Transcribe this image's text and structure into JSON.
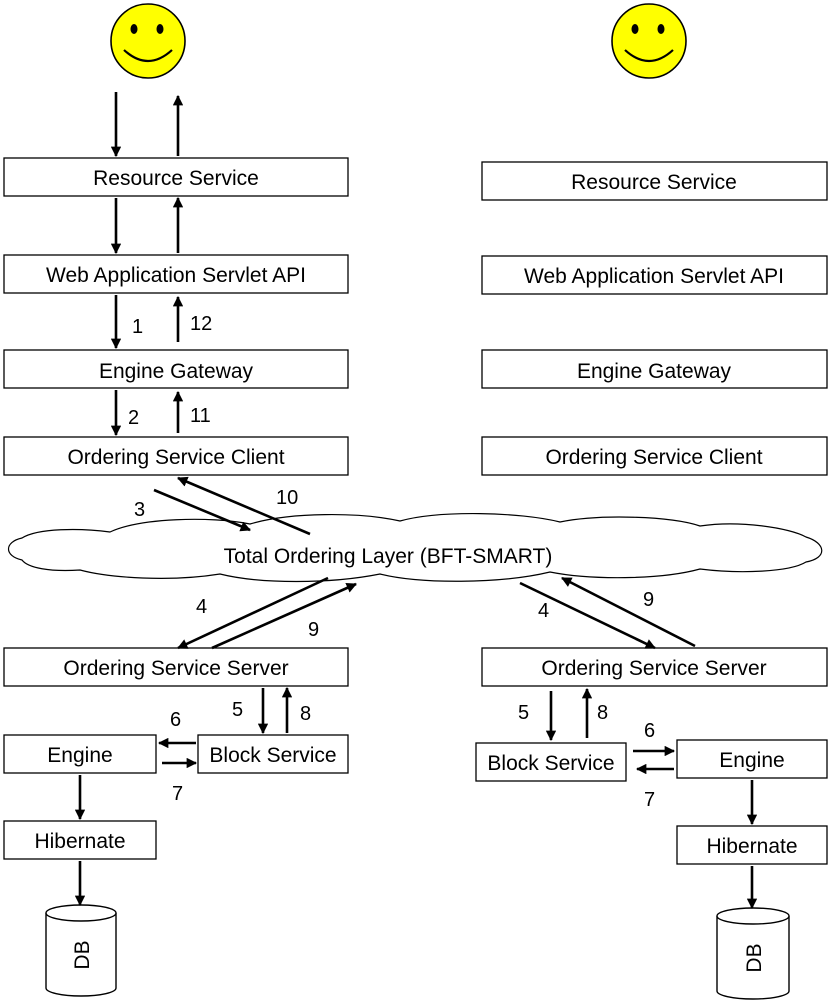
{
  "colors": {
    "face": "#ffff00",
    "stroke": "#000000",
    "background": "#ffffff"
  },
  "actors": [
    {
      "icon": "smiley-face-icon"
    },
    {
      "icon": "smiley-face-icon"
    }
  ],
  "left_stack": {
    "resource_service": "Resource Service",
    "web_api": "Web Application Servlet API",
    "engine_gateway": "Engine Gateway",
    "ordering_client": "Ordering Service Client",
    "ordering_server": "Ordering Service Server",
    "engine": "Engine",
    "block_service": "Block Service",
    "hibernate": "Hibernate",
    "db": "DB"
  },
  "right_stack": {
    "resource_service": "Resource Service",
    "web_api": "Web Application Servlet API",
    "engine_gateway": "Engine Gateway",
    "ordering_client": "Ordering Service Client",
    "ordering_server": "Ordering Service Server",
    "engine": "Engine",
    "block_service": "Block Service",
    "hibernate": "Hibernate",
    "db": "DB"
  },
  "ordering_layer": "Total Ordering Layer (BFT-SMART)",
  "steps": {
    "left": {
      "s1": "1",
      "s12": "12",
      "s2": "2",
      "s11": "11",
      "s3": "3",
      "s10": "10",
      "s4": "4",
      "s9": "9",
      "s5": "5",
      "s8": "8",
      "s6": "6",
      "s7": "7"
    },
    "right": {
      "s4": "4",
      "s9": "9",
      "s5": "5",
      "s8": "8",
      "s6": "6",
      "s7": "7"
    }
  }
}
